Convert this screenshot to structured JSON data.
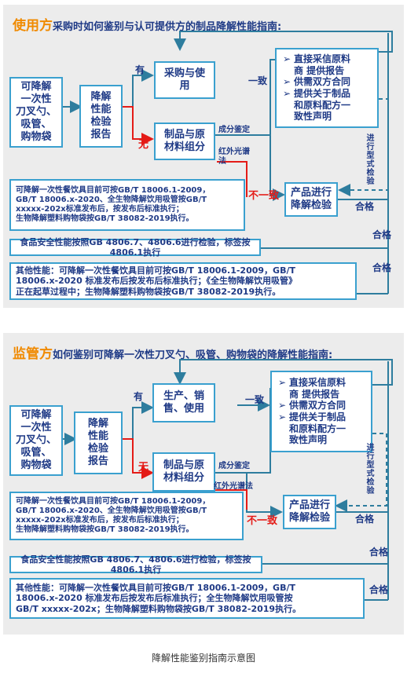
{
  "panel1": {
    "header_prefix": "使用方",
    "header_text": "采购时如何鉴别与认可提供方的制品降解性能指南:",
    "product": "可降解\n一次性\n刀叉勺、\n吸管、\n购物袋",
    "check_report": "降解\n性能\n检验\n报告",
    "yes": "有",
    "no": "无",
    "action": "采购与使\n用",
    "composition": "制品与原\n材料组分",
    "component_id": "成分鉴定",
    "ir": "红外光谱\n法",
    "consistent": "一致",
    "inconsistent": "不一致",
    "options": [
      "直接采信原料\n商 提供报告",
      "供需双方合同",
      "提供关于制品\n和原料配方一\n致性声明"
    ],
    "degrade_test": "产品进行\n降解检验",
    "periodic": "进行型式检验",
    "standards_note": "可降解一次性餐饮具目前可按GB/T 18006.1-2009，\nGB/T 18006.x-2020、全生物降解饮用吸管按GB/T\nxxxxx-202x标准发布后，按发布后标准执行；\n生物降解塑料购物袋按GB/T 38082-2019执行。",
    "food_safety": "食品安全性能按照GB 4806.7、4806.6进行检验，标签按4806.1执行",
    "other": "其他性能：可降解一次性餐饮具目前可按GB/T 18006.1-2009，GB/T\n18006.x-2020 标准发布后按发布后标准执行；《全生物降解饮用吸管》\n正在起草过程中；生物降解塑料购物袋按GB/T 38082-2019执行。",
    "pass": "合格"
  },
  "panel2": {
    "header_prefix": "监管方",
    "header_text": "如何鉴别可降解一次性刀叉勺、吸管、购物袋的降解性能指南:",
    "product": "可降解\n一次性\n刀叉勺、\n吸管、\n购物袋",
    "check_report": "降解\n性能\n检验\n报告",
    "yes": "有",
    "no": "无",
    "action": "生产、销\n售、使用",
    "composition": "制品与原\n材料组分",
    "component_id": "成分鉴定",
    "ir": "红外光谱法",
    "consistent": "一致",
    "inconsistent": "不一致",
    "options": [
      "直接采信原料\n商 提供报告",
      "供需双方合同",
      "提供关于制品\n和原料配方一\n致性声明"
    ],
    "degrade_test": "产品进行\n降解检验",
    "periodic": "进行型式检验",
    "standards_note": "可降解一次性餐饮具目前可按GB/T 18006.1-2009，\nGB/T 18006.x-2020、全生物降解饮用吸管按GB/T\nxxxxx-202x标准发布后，按发布后标准执行；\n生物降解塑料购物袋按GB/T  38082-2019执行。",
    "food_safety": "食品安全性能按照GB 4806.7、4806.6进行检验，标签按4806.1执行",
    "other": "其他性能：可降解一次性餐饮具目前可按GB/T 18006.1-2009，GB/T\n18006.x-2020 标准发布后按发布后标准执行；全生物降解饮用吸管按\nGB/T xxxxx-202x；生物降解塑料购物袋按GB/T 38082-2019执行。",
    "pass": "合格"
  },
  "caption": "降解性能鉴别指南示意图",
  "colors": {
    "box_border": "#3aa0cf",
    "text": "#1f3a86",
    "arrow": "#2e7d9e",
    "accent": "#f08a00",
    "red": "#e41b17",
    "panel_bg": "#ececec"
  }
}
